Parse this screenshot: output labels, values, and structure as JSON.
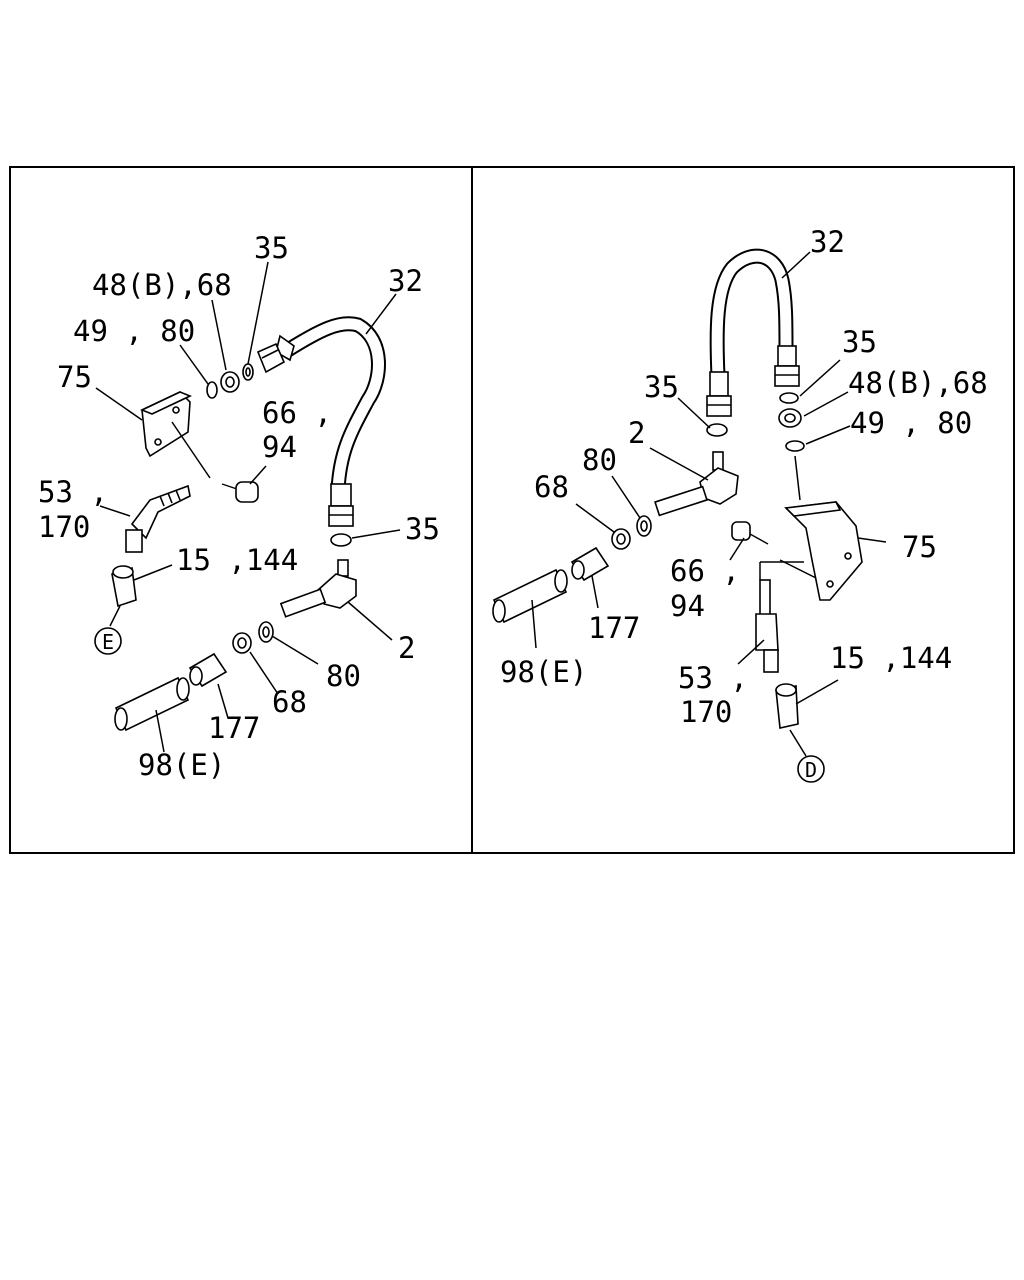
{
  "left_panel": {
    "labels": {
      "p32": "32",
      "p35_top": "35",
      "p48b_68": "48(B),68",
      "p49_80": "49 , 80",
      "p75": "75",
      "p66": "66 ,",
      "p94": "94",
      "p53": "53 ,",
      "p170": "170",
      "p15_144": "15 ,144",
      "p35_bottom": "35",
      "p2": "2",
      "p80": "80",
      "p68": "68",
      "p177": "177",
      "p98e": "98(E)",
      "conn_e": "E"
    }
  },
  "right_panel": {
    "labels": {
      "p32": "32",
      "p35_right": "35",
      "p48b_68": "48(B),68",
      "p49_80": "49 , 80",
      "p35_left": "35",
      "p2": "2",
      "p80": "80",
      "p68": "68",
      "p75": "75",
      "p66": "66 ,",
      "p94": "94",
      "p177": "177",
      "p98e": "98(E)",
      "p53": "53 ,",
      "p170": "170",
      "p15_144": "15 ,144",
      "conn_d": "D"
    }
  }
}
